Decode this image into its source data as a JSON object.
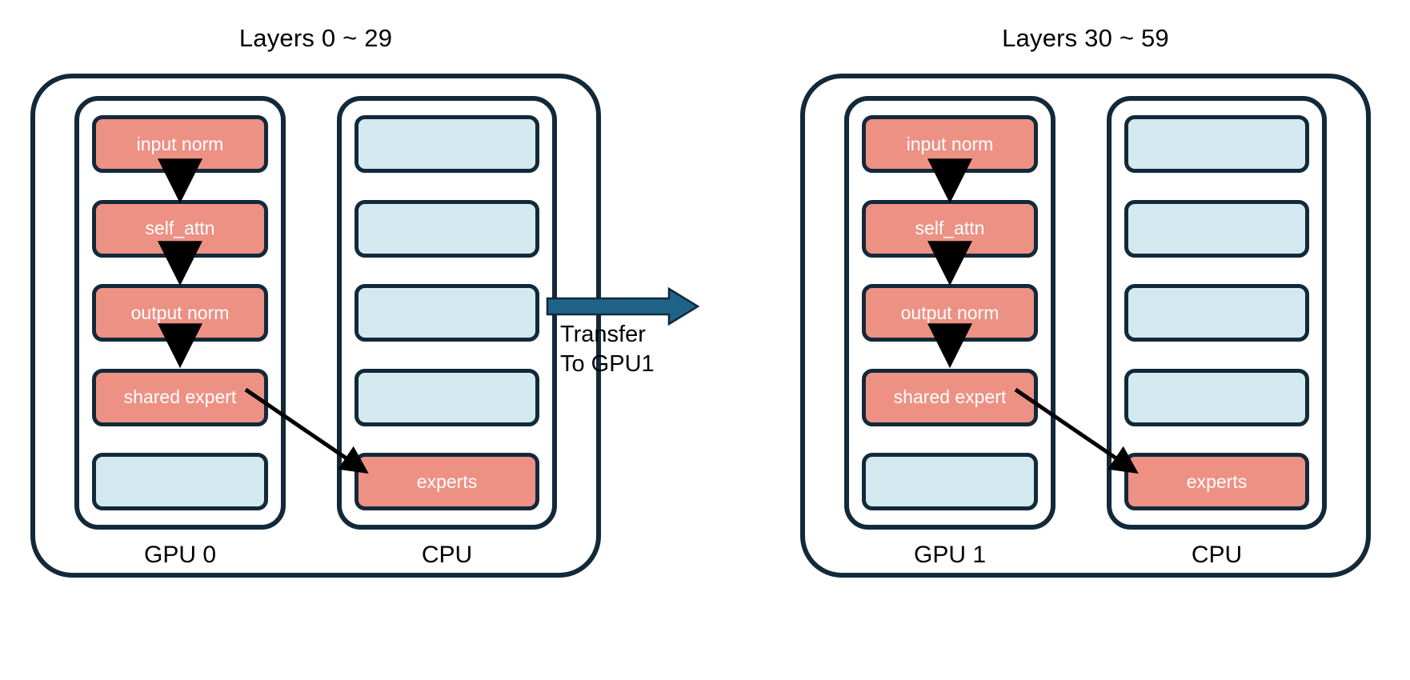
{
  "diagram": {
    "title_left": "Layers 0 ~ 29",
    "title_right": "Layers 30 ~ 59",
    "transfer": {
      "line1": "Transfer",
      "line2": "To GPU1"
    },
    "colors": {
      "red_block": "#ED9184",
      "blue_block": "#D2E9EF",
      "outline": "#12293A",
      "transfer_arrow": "#1F6389",
      "flow_arrow": "#000000",
      "background": "#FFFFFF",
      "block_text": "#FFFFFF",
      "label_text": "#000000"
    },
    "panels": [
      {
        "id": "panel-left",
        "title": "Layers 0 ~ 29",
        "gpu": {
          "label": "GPU 0",
          "units": [
            {
              "label": "input norm",
              "color": "red"
            },
            {
              "label": "self_attn",
              "color": "red"
            },
            {
              "label": "output norm",
              "color": "red"
            },
            {
              "label": "shared expert",
              "color": "red"
            },
            {
              "label": "",
              "color": "blue"
            }
          ]
        },
        "cpu": {
          "label": "CPU",
          "units": [
            {
              "label": "",
              "color": "blue"
            },
            {
              "label": "",
              "color": "blue"
            },
            {
              "label": "",
              "color": "blue"
            },
            {
              "label": "",
              "color": "blue"
            },
            {
              "label": "experts",
              "color": "red"
            }
          ]
        }
      },
      {
        "id": "panel-right",
        "title": "Layers 30 ~ 59",
        "gpu": {
          "label": "GPU 1",
          "units": [
            {
              "label": "input norm",
              "color": "red"
            },
            {
              "label": "self_attn",
              "color": "red"
            },
            {
              "label": "output norm",
              "color": "red"
            },
            {
              "label": "shared expert",
              "color": "red"
            },
            {
              "label": "",
              "color": "blue"
            }
          ]
        },
        "cpu": {
          "label": "CPU",
          "units": [
            {
              "label": "",
              "color": "blue"
            },
            {
              "label": "",
              "color": "blue"
            },
            {
              "label": "",
              "color": "blue"
            },
            {
              "label": "",
              "color": "blue"
            },
            {
              "label": "experts",
              "color": "red"
            }
          ]
        }
      }
    ]
  }
}
